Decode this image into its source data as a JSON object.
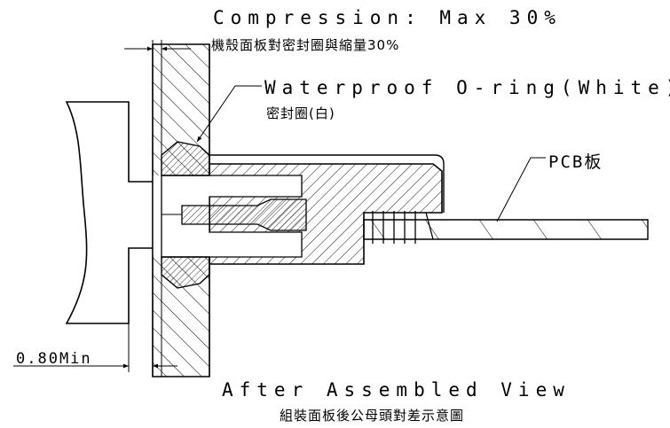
{
  "compression": {
    "title": "Compression: Max 30%",
    "subtitle": "機殼面板對密封圈與縮量30%"
  },
  "oring": {
    "title": "Waterproof O-ring(White)",
    "subtitle": "密封圈(白)"
  },
  "pcb": {
    "label": "PCB板"
  },
  "dimension": {
    "label": "0.80Min"
  },
  "view": {
    "title": "After Assembled View",
    "subtitle": "組裝面板後公母頭對差示意圖"
  },
  "colors": {
    "line": "#000000",
    "background": "#ffffff"
  }
}
